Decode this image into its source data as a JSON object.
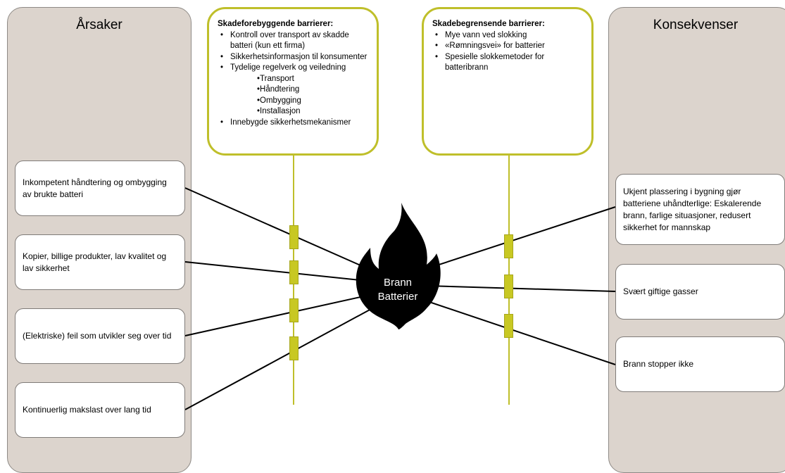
{
  "causes": {
    "title": "Årsaker",
    "items": [
      "Inkompetent håndtering og ombygging av brukte batteri",
      "Kopier, billige produkter, lav kvalitet og lav sikkerhet",
      "(Elektriske) feil som utvikler seg over tid",
      "Kontinuerlig makslast over lang tid"
    ]
  },
  "consequences": {
    "title": "Konsekvenser",
    "items": [
      "Ukjent plassering i bygning gjør batteriene uhåndterlige: Eskalerende brann, farlige situasjoner, redusert sikkerhet for mannskap",
      "Svært giftige gasser",
      "Brann stopper ikke"
    ]
  },
  "preventive": {
    "title": "Skadeforebyggende barrierer:",
    "items": [
      "Kontroll over transport av skadde batteri (kun ett firma)",
      "Sikkerhetsinformasjon til konsumenter",
      "Tydelige regelverk og veiledning"
    ],
    "subitems": [
      "•Transport",
      "•Håndtering",
      "•Ombygging",
      "•Installasjon"
    ],
    "last": "Innebygde sikkerhetsmekanismer"
  },
  "mitigating": {
    "title": "Skadebegrensende barrierer:",
    "items": [
      "Mye vann ved slokking",
      "«Rømningsvei» for batterier",
      "Spesielle slokkemetoder for batteribrann"
    ]
  },
  "top_event": {
    "line1": "Brann",
    "line2": "Batterier"
  },
  "colors": {
    "panel": "#dcd4cd",
    "barrier_accent": "#bfbf2a",
    "flame": "#000000"
  }
}
